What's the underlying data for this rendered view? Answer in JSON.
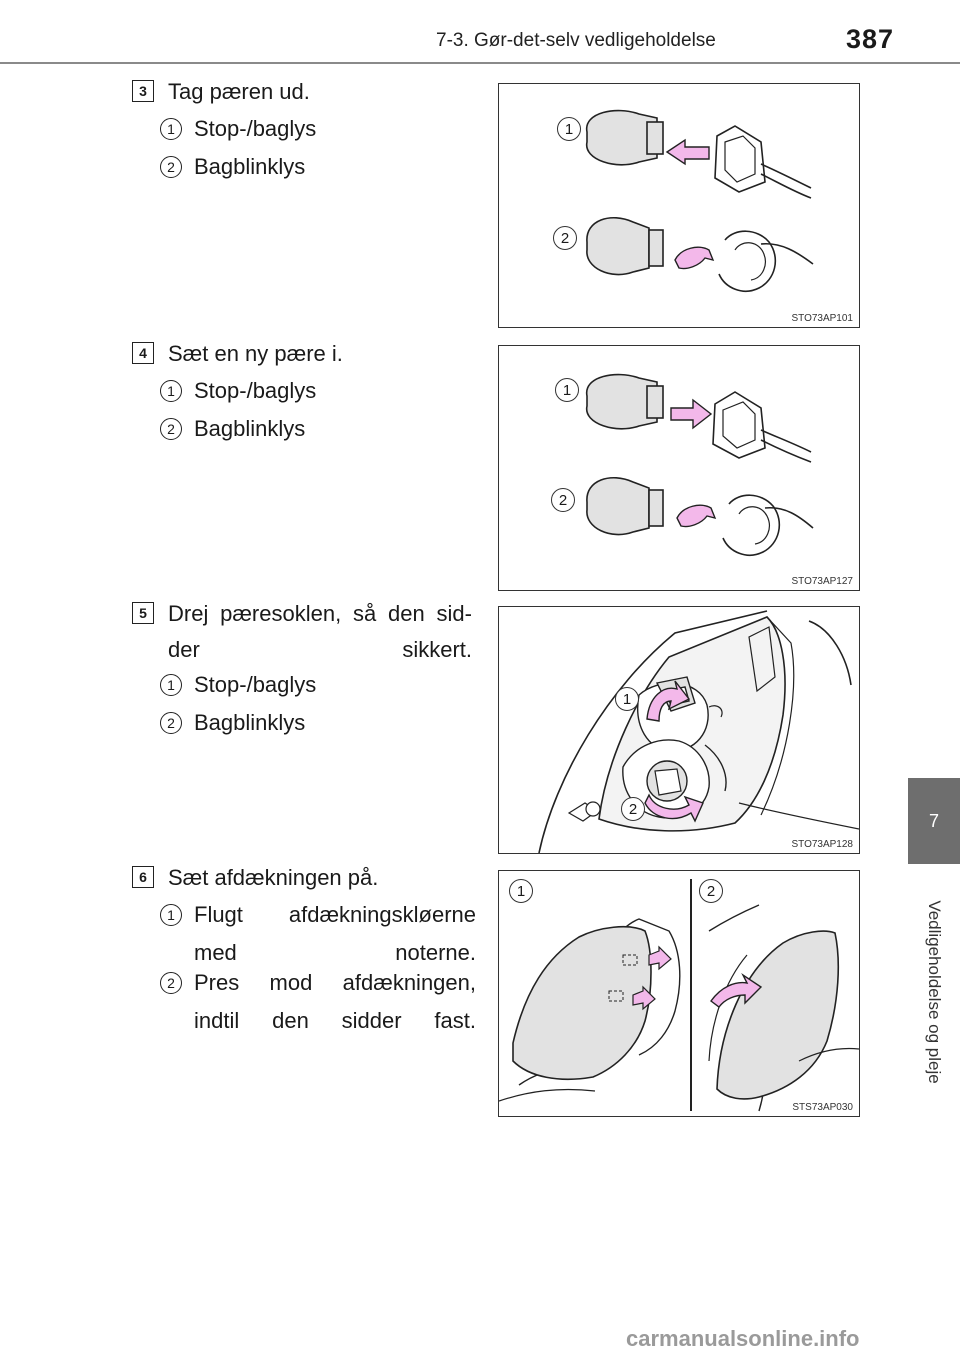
{
  "header": {
    "section": "7-3. Gør-det-selv vedligeholdelse",
    "page_number": "387"
  },
  "chapter": {
    "number": "7",
    "label": "Vedligeholdelse og pleje"
  },
  "steps": [
    {
      "number": "3",
      "text": "Tag pæren ud.",
      "items": [
        {
          "marker": "1",
          "text": "Stop-/baglys"
        },
        {
          "marker": "2",
          "text": "Bagblinklys"
        }
      ],
      "figure": {
        "code": "STO73AP101",
        "callouts": [
          "1",
          "2"
        ]
      }
    },
    {
      "number": "4",
      "text": "Sæt en ny pære i.",
      "items": [
        {
          "marker": "1",
          "text": "Stop-/baglys"
        },
        {
          "marker": "2",
          "text": "Bagblinklys"
        }
      ],
      "figure": {
        "code": "STO73AP127",
        "callouts": [
          "1",
          "2"
        ]
      }
    },
    {
      "number": "5",
      "text": "Drej pæresoklen, så den sid-der sikkert.",
      "items": [
        {
          "marker": "1",
          "text": "Stop-/baglys"
        },
        {
          "marker": "2",
          "text": "Bagblinklys"
        }
      ],
      "figure": {
        "code": "STO73AP128",
        "callouts": [
          "1",
          "2"
        ]
      }
    },
    {
      "number": "6",
      "text": "Sæt afdækningen på.",
      "items": [
        {
          "marker": "1",
          "text": "Flugt afdækningskløerne med noterne."
        },
        {
          "marker": "2",
          "text": "Pres mod afdækningen, indtil den sidder fast."
        }
      ],
      "figure": {
        "code": "STS73AP030",
        "callouts": [
          "1",
          "2"
        ]
      }
    }
  ],
  "watermark": "carmanualsonline.info",
  "colors": {
    "arrow_fill": "#f3b8ea",
    "chapter_tab": "#6e6e6e",
    "bulb_fill": "#e2e2e2"
  }
}
